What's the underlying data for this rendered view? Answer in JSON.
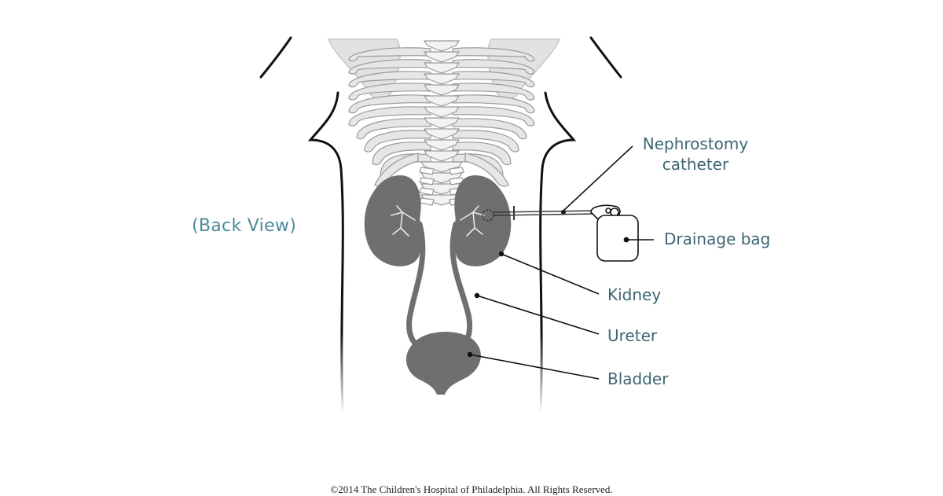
{
  "view_label": "(Back View)",
  "labels": {
    "nephrostomy_line1": "Nephrostomy",
    "nephrostomy_line2": "catheter",
    "drainage_bag": "Drainage bag",
    "kidney": "Kidney",
    "ureter": "Ureter",
    "bladder": "Bladder"
  },
  "copyright": "©2014 The Children's Hospital of Philadelphia. All Rights Reserved.",
  "colors": {
    "label_text": "#3e6672",
    "view_label_text": "#4a8a99",
    "bone_fill": "#e2e2e2",
    "bone_stroke": "#9a9a9a",
    "organ_fill": "#6f6f6f",
    "outline": "#111111"
  }
}
